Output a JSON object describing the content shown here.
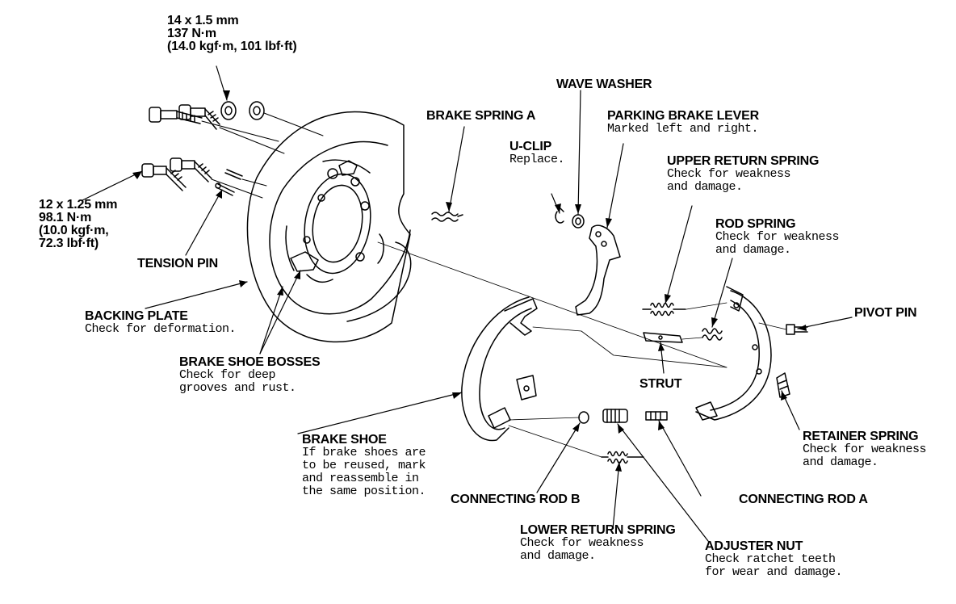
{
  "labels": {
    "bolt_upper": {
      "lines": [
        "14 x 1.5 mm",
        "137 N·m",
        "(14.0 kgf·m, 101 lbf·ft)"
      ]
    },
    "bolt_lower": {
      "lines": [
        "12 x 1.25 mm",
        "98.1 N·m",
        "(10.0 kgf·m,",
        "72.3 lbf·ft)"
      ]
    },
    "tension_pin": {
      "title": "TENSION PIN"
    },
    "backing_plate": {
      "title": "BACKING PLATE",
      "note": "Check for deformation."
    },
    "brake_shoe_bosses": {
      "title": "BRAKE SHOE BOSSES",
      "note": [
        "Check for deep",
        "grooves and rust."
      ]
    },
    "brake_spring_a": {
      "title": "BRAKE SPRING A"
    },
    "wave_washer": {
      "title": "WAVE WASHER"
    },
    "parking_brake_lever": {
      "title": "PARKING BRAKE LEVER",
      "note": "Marked left and right."
    },
    "u_clip": {
      "title": "U-CLIP",
      "note": "Replace."
    },
    "upper_return_spring": {
      "title": "UPPER RETURN SPRING",
      "note": [
        "Check for weakness",
        "and damage."
      ]
    },
    "rod_spring": {
      "title": "ROD SPRING",
      "note": [
        "Check for weakness",
        "and damage."
      ]
    },
    "pivot_pin": {
      "title": "PIVOT PIN"
    },
    "strut": {
      "title": "STRUT"
    },
    "retainer_spring": {
      "title": "RETAINER SPRING",
      "note": [
        "Check for weakness",
        "and damage."
      ]
    },
    "brake_shoe": {
      "title": "BRAKE SHOE",
      "note": [
        "If brake shoes are",
        "to be reused, mark",
        "and reassemble in",
        "the same position."
      ]
    },
    "connecting_rod_b": {
      "title": "CONNECTING ROD B"
    },
    "connecting_rod_a": {
      "title": "CONNECTING ROD A"
    },
    "lower_return_spring": {
      "title": "LOWER RETURN SPRING",
      "note": [
        "Check for weakness",
        "and damage."
      ]
    },
    "adjuster_nut": {
      "title": "ADJUSTER NUT",
      "note": [
        "Check ratchet teeth",
        "for wear and damage."
      ]
    }
  },
  "colors": {
    "ink": "#000000",
    "paper": "#ffffff"
  }
}
